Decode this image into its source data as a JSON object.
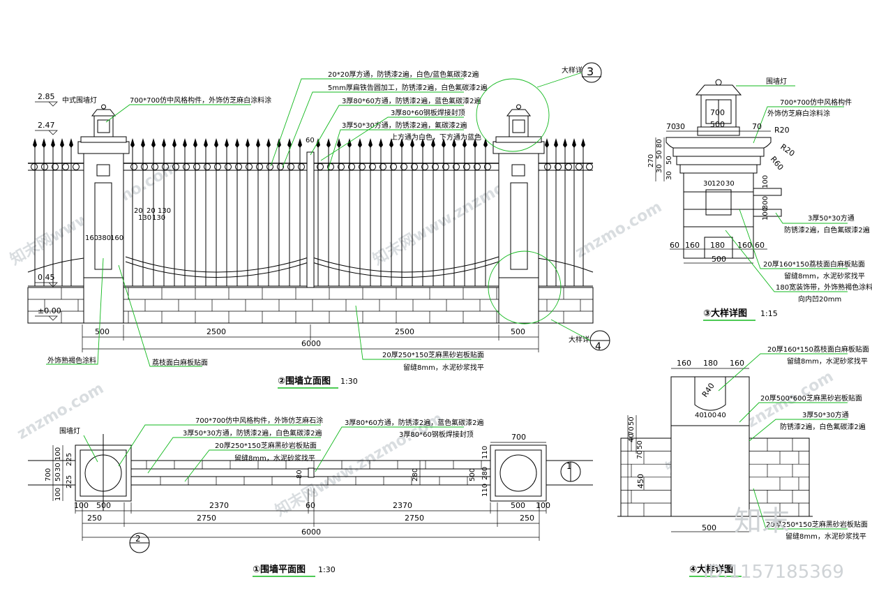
{
  "elevation": {
    "title": "②围墙立面图",
    "scale": "1:30",
    "levels": [
      "2.85",
      "2.47",
      "0.45",
      "±0.00"
    ],
    "notes": [
      "20*20厚方通，防锈漆2遍，白色/蓝色氟碳漆2遍",
      "5mm厚扁铁告圆加工，防锈漆2遍，白色氟碳漆2遍",
      "3厚80*60方通，防锈漆2遍，蓝色氟碳漆2遍",
      "3厚80*60钢板焊接封顶",
      "3厚50*30方通，防锈漆2遍，氟碳漆2遍",
      "上方通为白色，下方通为蓝色"
    ],
    "lamp_label": "中式围墙灯",
    "pillar_note": "700*700仿中风格构件，外饰仿芝麻白涂料涂",
    "dim_60": "60",
    "small_dims": [
      "20",
      "130",
      "20",
      "130",
      "130"
    ],
    "pillar_dims": [
      "160",
      "380",
      "160"
    ],
    "bottom_dims": [
      "500",
      "2500",
      "2500",
      "500"
    ],
    "total": "6000",
    "bottom_notes": [
      "外饰熟褐色涂料",
      "荔枝面白麻板贴面"
    ],
    "base_note": [
      "20厚250*150芝麻黑砂岩板贴面",
      "留缝8mm，水泥砂浆找平"
    ],
    "detail3_ref": "大样详",
    "detail3_num": "3",
    "detail4_ref": "大样详",
    "detail4_num": "4"
  },
  "plan": {
    "title": "①围墙平面图",
    "scale": "1:30",
    "lamp_label": "围墙灯",
    "notes": [
      "700*700仿中风格构件，外饰仿芝麻石涂",
      "3厚50*30方通，防锈漆2遍，白色氟碳漆2遍",
      "20厚250*150芝麻黑砂岩板贴面",
      "留缝8mm，水泥砂浆找平"
    ],
    "notes_right": [
      "3厚80*60方通，防锈漆2遍，蓝色氟碳漆2遍",
      "3厚80*60钢板焊接封顶"
    ],
    "dim_700": "700",
    "left_dims": [
      "700",
      "100",
      "225",
      "225",
      "100",
      "50",
      "30"
    ],
    "right_dims": [
      "110",
      "280",
      "110",
      "500"
    ],
    "mid_dims": [
      "80",
      "280"
    ],
    "row1": [
      "100",
      "500",
      "2370",
      "60",
      "2370",
      "500",
      "100"
    ],
    "row2": [
      "250",
      "2750",
      "2750",
      "250"
    ],
    "total": "6000",
    "section1": "1",
    "section2": "2"
  },
  "detail3": {
    "title": "③大样详图",
    "scale": "1:15",
    "lamp_label": "围墙灯",
    "notes": [
      "700*700仿中风格构件",
      "外饰仿芝麻白涂料涂"
    ],
    "top_dims": [
      "70",
      "700",
      "500",
      "70",
      "30"
    ],
    "radii": [
      "R20",
      "R20",
      "R60"
    ],
    "left_dims": [
      "270",
      "80",
      "50",
      "50",
      "30",
      "30"
    ],
    "mid_dims": [
      "30",
      "120",
      "30"
    ],
    "right_dims": [
      "100",
      "300",
      "100"
    ],
    "note_tube": [
      "3厚50*30方通",
      "防锈漆2遍，白色氟碳漆2遍"
    ],
    "bottom_dims": [
      "60",
      "160",
      "180",
      "160",
      "60"
    ],
    "width": "500",
    "notes_bottom": [
      "20厚160*150荔枝面白麻板贴面",
      "留缝8mm，水泥砂浆找平",
      "180宽装饰带，外饰熟褐色涂料",
      "向内凹20mm"
    ]
  },
  "detail4": {
    "title": "④大样详图",
    "top_dims": [
      "160",
      "180",
      "160"
    ],
    "radius": "R40",
    "mid_dims": [
      "40",
      "100",
      "40"
    ],
    "left_dims": [
      "50",
      "70",
      "40",
      "50",
      "70",
      "450"
    ],
    "width": "500",
    "notes": [
      "20厚160*150荔枝面白麻板贴面",
      "留缝8mm，水泥砂浆找平",
      "20厚500*600芝麻黑砂岩板贴面",
      "3厚50*30方通",
      "防锈漆2遍，白色氟碳漆2遍",
      "20厚250*150芝麻黑砂岩板贴面",
      "留缝8mm，水泥砂浆找平"
    ]
  },
  "watermark": {
    "id": "ID:1157185369",
    "brand": "知末",
    "marks": [
      "知末网www.znzmo.com",
      "znzmo.com"
    ]
  }
}
